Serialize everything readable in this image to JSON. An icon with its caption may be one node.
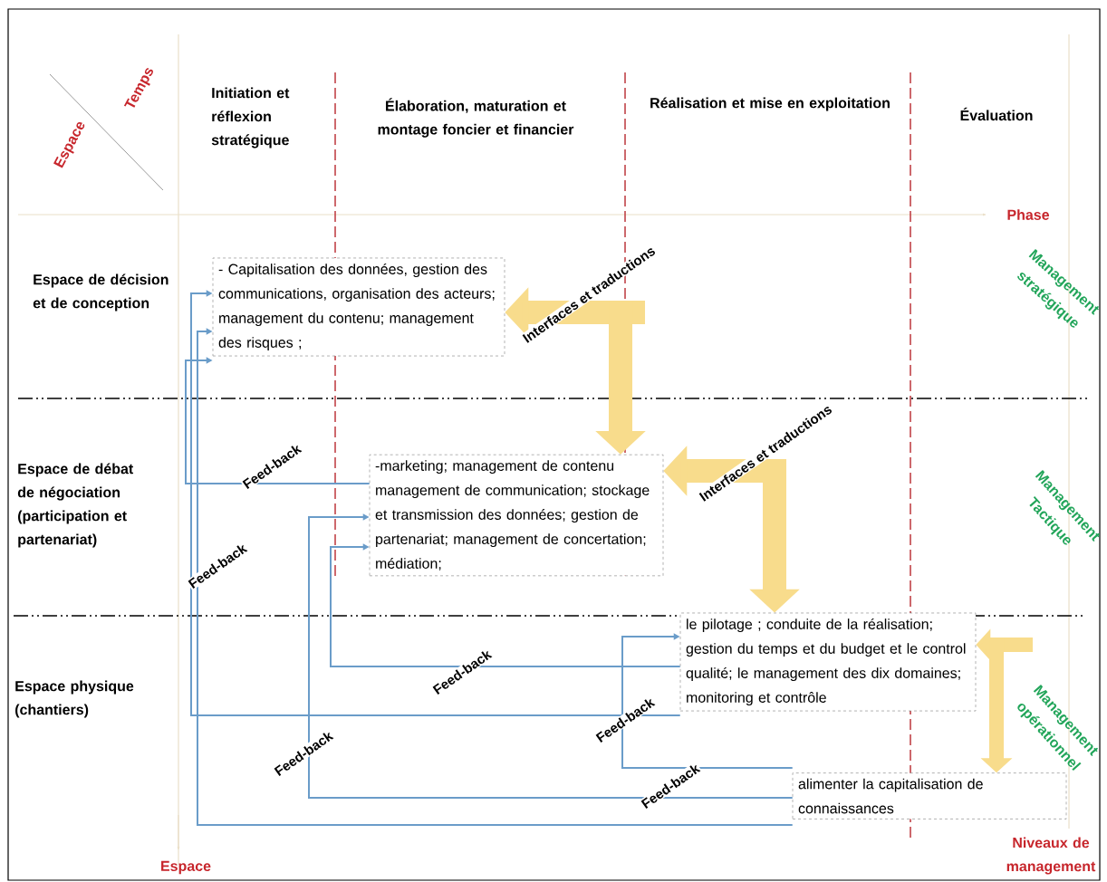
{
  "diagram": {
    "nodes": [
      {
        "text": [
          "- Capitalisation des données, gestion des communications, organisation des acteurs; management du contenu; management des risques ;"
        ]
      },
      {
        "text": [
          "-marketing; management de contenu management de communication; stockage et transmission des données; gestion de partenariat; management de concertation;  médiation;"
        ]
      },
      {
        "text": [
          "le pilotage ; conduite de la réalisation; gestion du temps et du budget et le control qualité; le management des dix domaines; monitoring et contrôle"
        ]
      },
      {
        "text": [
          "alimenter la capitalisation de connaissances"
        ]
      }
    ],
    "edges": [
      {
        "from": 1,
        "to": 0,
        "arrow": "to",
        "label": "Feed-back",
        "color": "#6a9cc9"
      },
      {
        "from": 2,
        "to": 0,
        "arrow": "to",
        "label": "Feed-back",
        "color": "#6a9cc9"
      },
      {
        "from": 3,
        "to": 0,
        "arrow": "to",
        "label": "Feed-back",
        "color": "#6a9cc9"
      },
      {
        "from": 2,
        "to": 1,
        "arrow": "to",
        "label": "Feed-back",
        "color": "#6a9cc9"
      },
      {
        "from": 3,
        "to": 1,
        "arrow": "to",
        "label": "Feed-back",
        "color": "#6a9cc9"
      },
      {
        "from": 3,
        "to": 2,
        "arrow": "to",
        "label": "Feed-back",
        "color": "#6a9cc9"
      },
      {
        "from": null,
        "to": 0,
        "arrow": "to",
        "label": "Interfaces et traductions",
        "style": "thick",
        "color": "#f8dc8c"
      },
      {
        "from": null,
        "to": 1,
        "arrow": "to",
        "style": "thick",
        "color": "#f8dc8c"
      },
      {
        "from": null,
        "to": 1,
        "arrow": "to",
        "label": "Interfaces et traductions",
        "style": "thick",
        "color": "#f8dc8c"
      },
      {
        "from": null,
        "to": 2,
        "arrow": "to",
        "style": "thick",
        "color": "#f8dc8c"
      },
      {
        "from": null,
        "to": 2,
        "arrow": "to",
        "style": "thick",
        "color": "#f8dc8c"
      },
      {
        "from": null,
        "to": 3,
        "arrow": "to",
        "style": "thick",
        "color": "#f8dc8c"
      }
    ],
    "labels": [
      "Espace",
      "Temps",
      "Initiation et réflexion stratégique",
      "Élaboration,  maturation et montage foncier et financier",
      "Réalisation et mise en exploitation",
      "Évaluation",
      "Phase",
      "Espace de décision et de conception",
      "Management stratégique",
      "Espace de débat de négociation (participation et partenariat)",
      "Management Tactique",
      "Espace physique (chantiers)",
      "Management opérationnel",
      "Espace",
      "Niveaux de management"
    ]
  }
}
